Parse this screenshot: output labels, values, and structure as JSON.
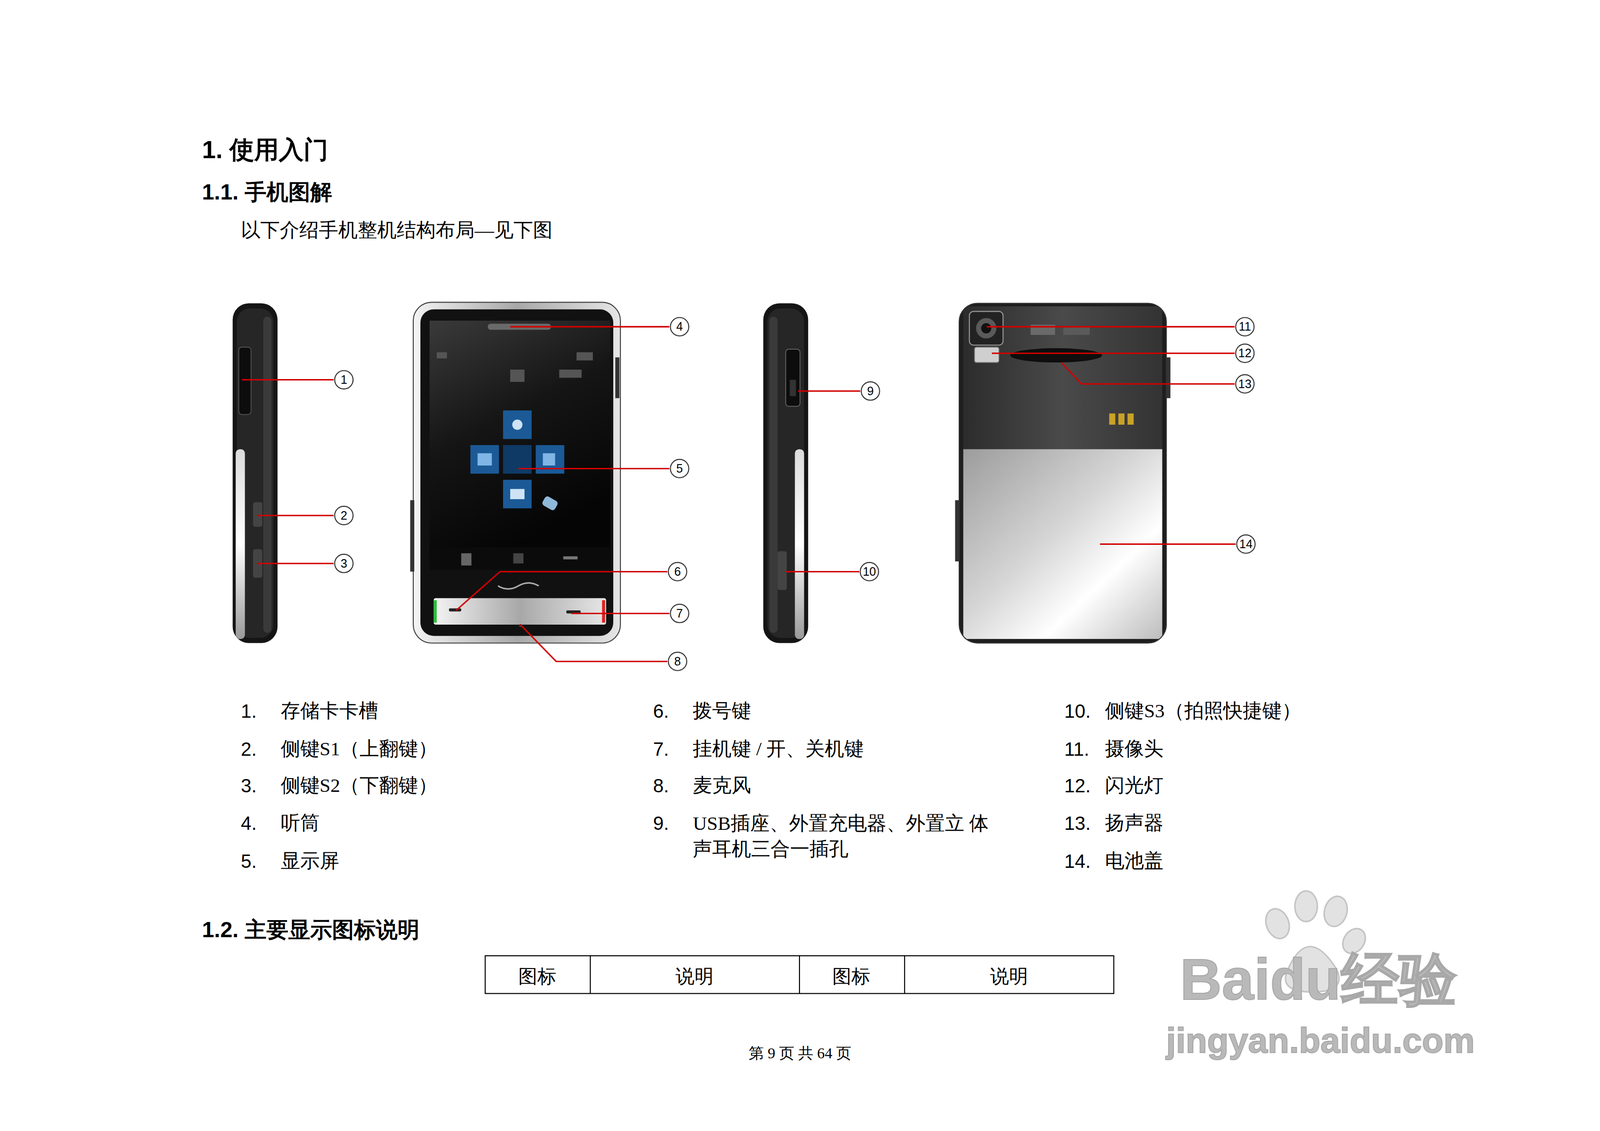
{
  "diagram": {
    "title": "1. 使用入门",
    "labels": [
      "1.1. 手机图解",
      "以下介绍手机整机结构布局—见下图",
      "1",
      "2",
      "3",
      "4",
      "5",
      "6",
      "7",
      "8",
      "9",
      "10",
      "11",
      "12",
      "13",
      "14",
      "1.",
      "存储卡卡槽",
      "2.",
      "侧键S1（上翻键）",
      "3.",
      "侧键S2（下翻键）",
      "4.",
      "听筒",
      "5.",
      "显示屏",
      "6.",
      "拨号键",
      "7.",
      "挂机键 / 开、关机键",
      "8.",
      "麦克风",
      "9.",
      "USB插座、外置充电器、外置立 体声耳机三合一插孔",
      "10.",
      "侧键S3（拍照快捷键）",
      "11.",
      "摄像头",
      "12.",
      "闪光灯",
      "13.",
      "扬声器",
      "14.",
      "电池盖",
      "1.2. 主要显示图标说明",
      "图标",
      "说明",
      "图标",
      "说明",
      "第 9 页 共 64 页",
      "Baidu经验",
      "jingyan.baidu.com"
    ]
  }
}
